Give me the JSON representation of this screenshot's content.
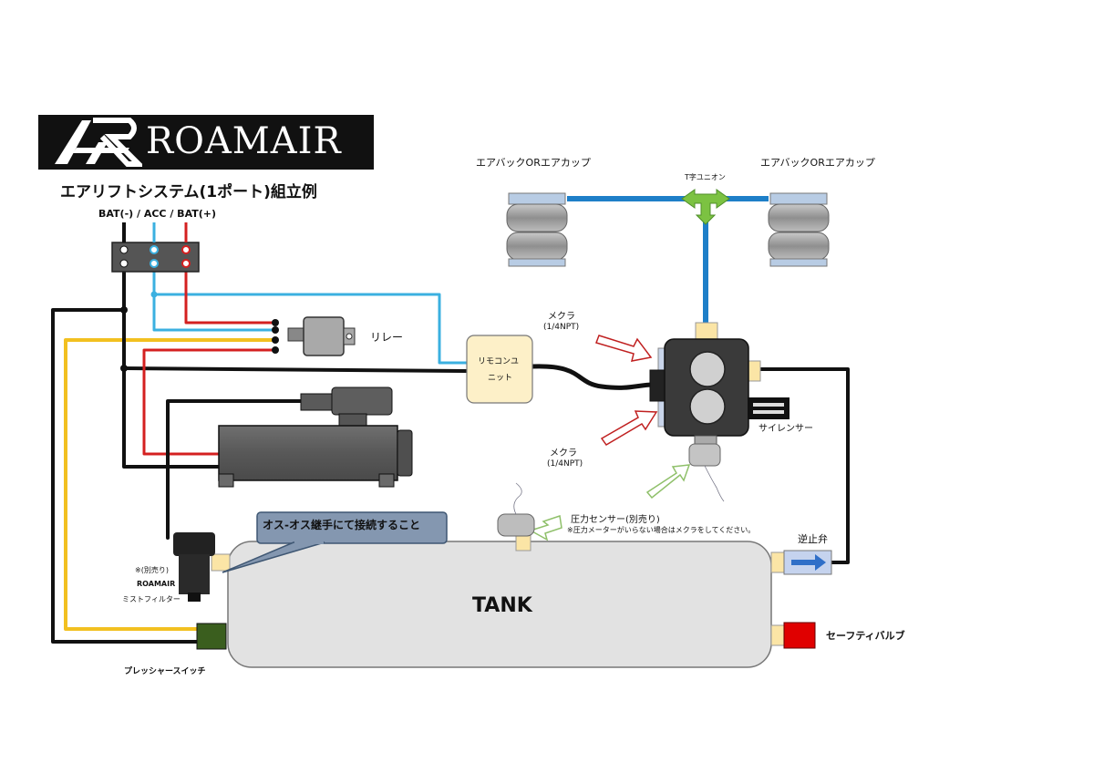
{
  "header": {
    "logo_text": "ROAMAIR",
    "subtitle": "エアリフトシステム(1ポート)組立例"
  },
  "terminals": {
    "label": "BAT(-)  /  ACC   /  BAT(+)"
  },
  "labels": {
    "relay": "リレー",
    "remote_unit_line1": "リモコンユ",
    "remote_unit_line2": "ニット",
    "plug_top_line1": "メクラ",
    "plug_top_line2": "(1/4NPT)",
    "plug_bottom_line1": "メクラ",
    "plug_bottom_line2": "(1/4NPT)",
    "silencer": "サイレンサー",
    "airbag_left": "エアバックORエアカップ",
    "airbag_right": "エアバックORエアカップ",
    "t_union": "T字ユニオン",
    "pressure_sensor": "圧力センサー(別売り)",
    "pressure_note": "※圧力メーターがいらない場合はメクラをしてください。",
    "check_valve": "逆止弁",
    "safety_valve": "セーフティバルブ",
    "pressure_switch": "プレッシャースイッチ",
    "mist_filter_line1": "※(別売り)",
    "mist_filter_line2": "ROAMAIR",
    "mist_filter_line3": "ミストフィルター",
    "callout": "オス-オス継手にて接続すること",
    "tank": "TANK"
  },
  "colors": {
    "wire_black": "#111111",
    "wire_red": "#d42020",
    "wire_blue": "#3bb0e0",
    "wire_yellow": "#f2c020",
    "air_line_blue": "#1e7fc8",
    "t_union_green": "#7cc242",
    "tank_fill": "#e2e2e2",
    "callout_fill": "#8497b0",
    "safety_valve_red": "#e00000",
    "pressure_switch_green": "#3a5e1e"
  }
}
